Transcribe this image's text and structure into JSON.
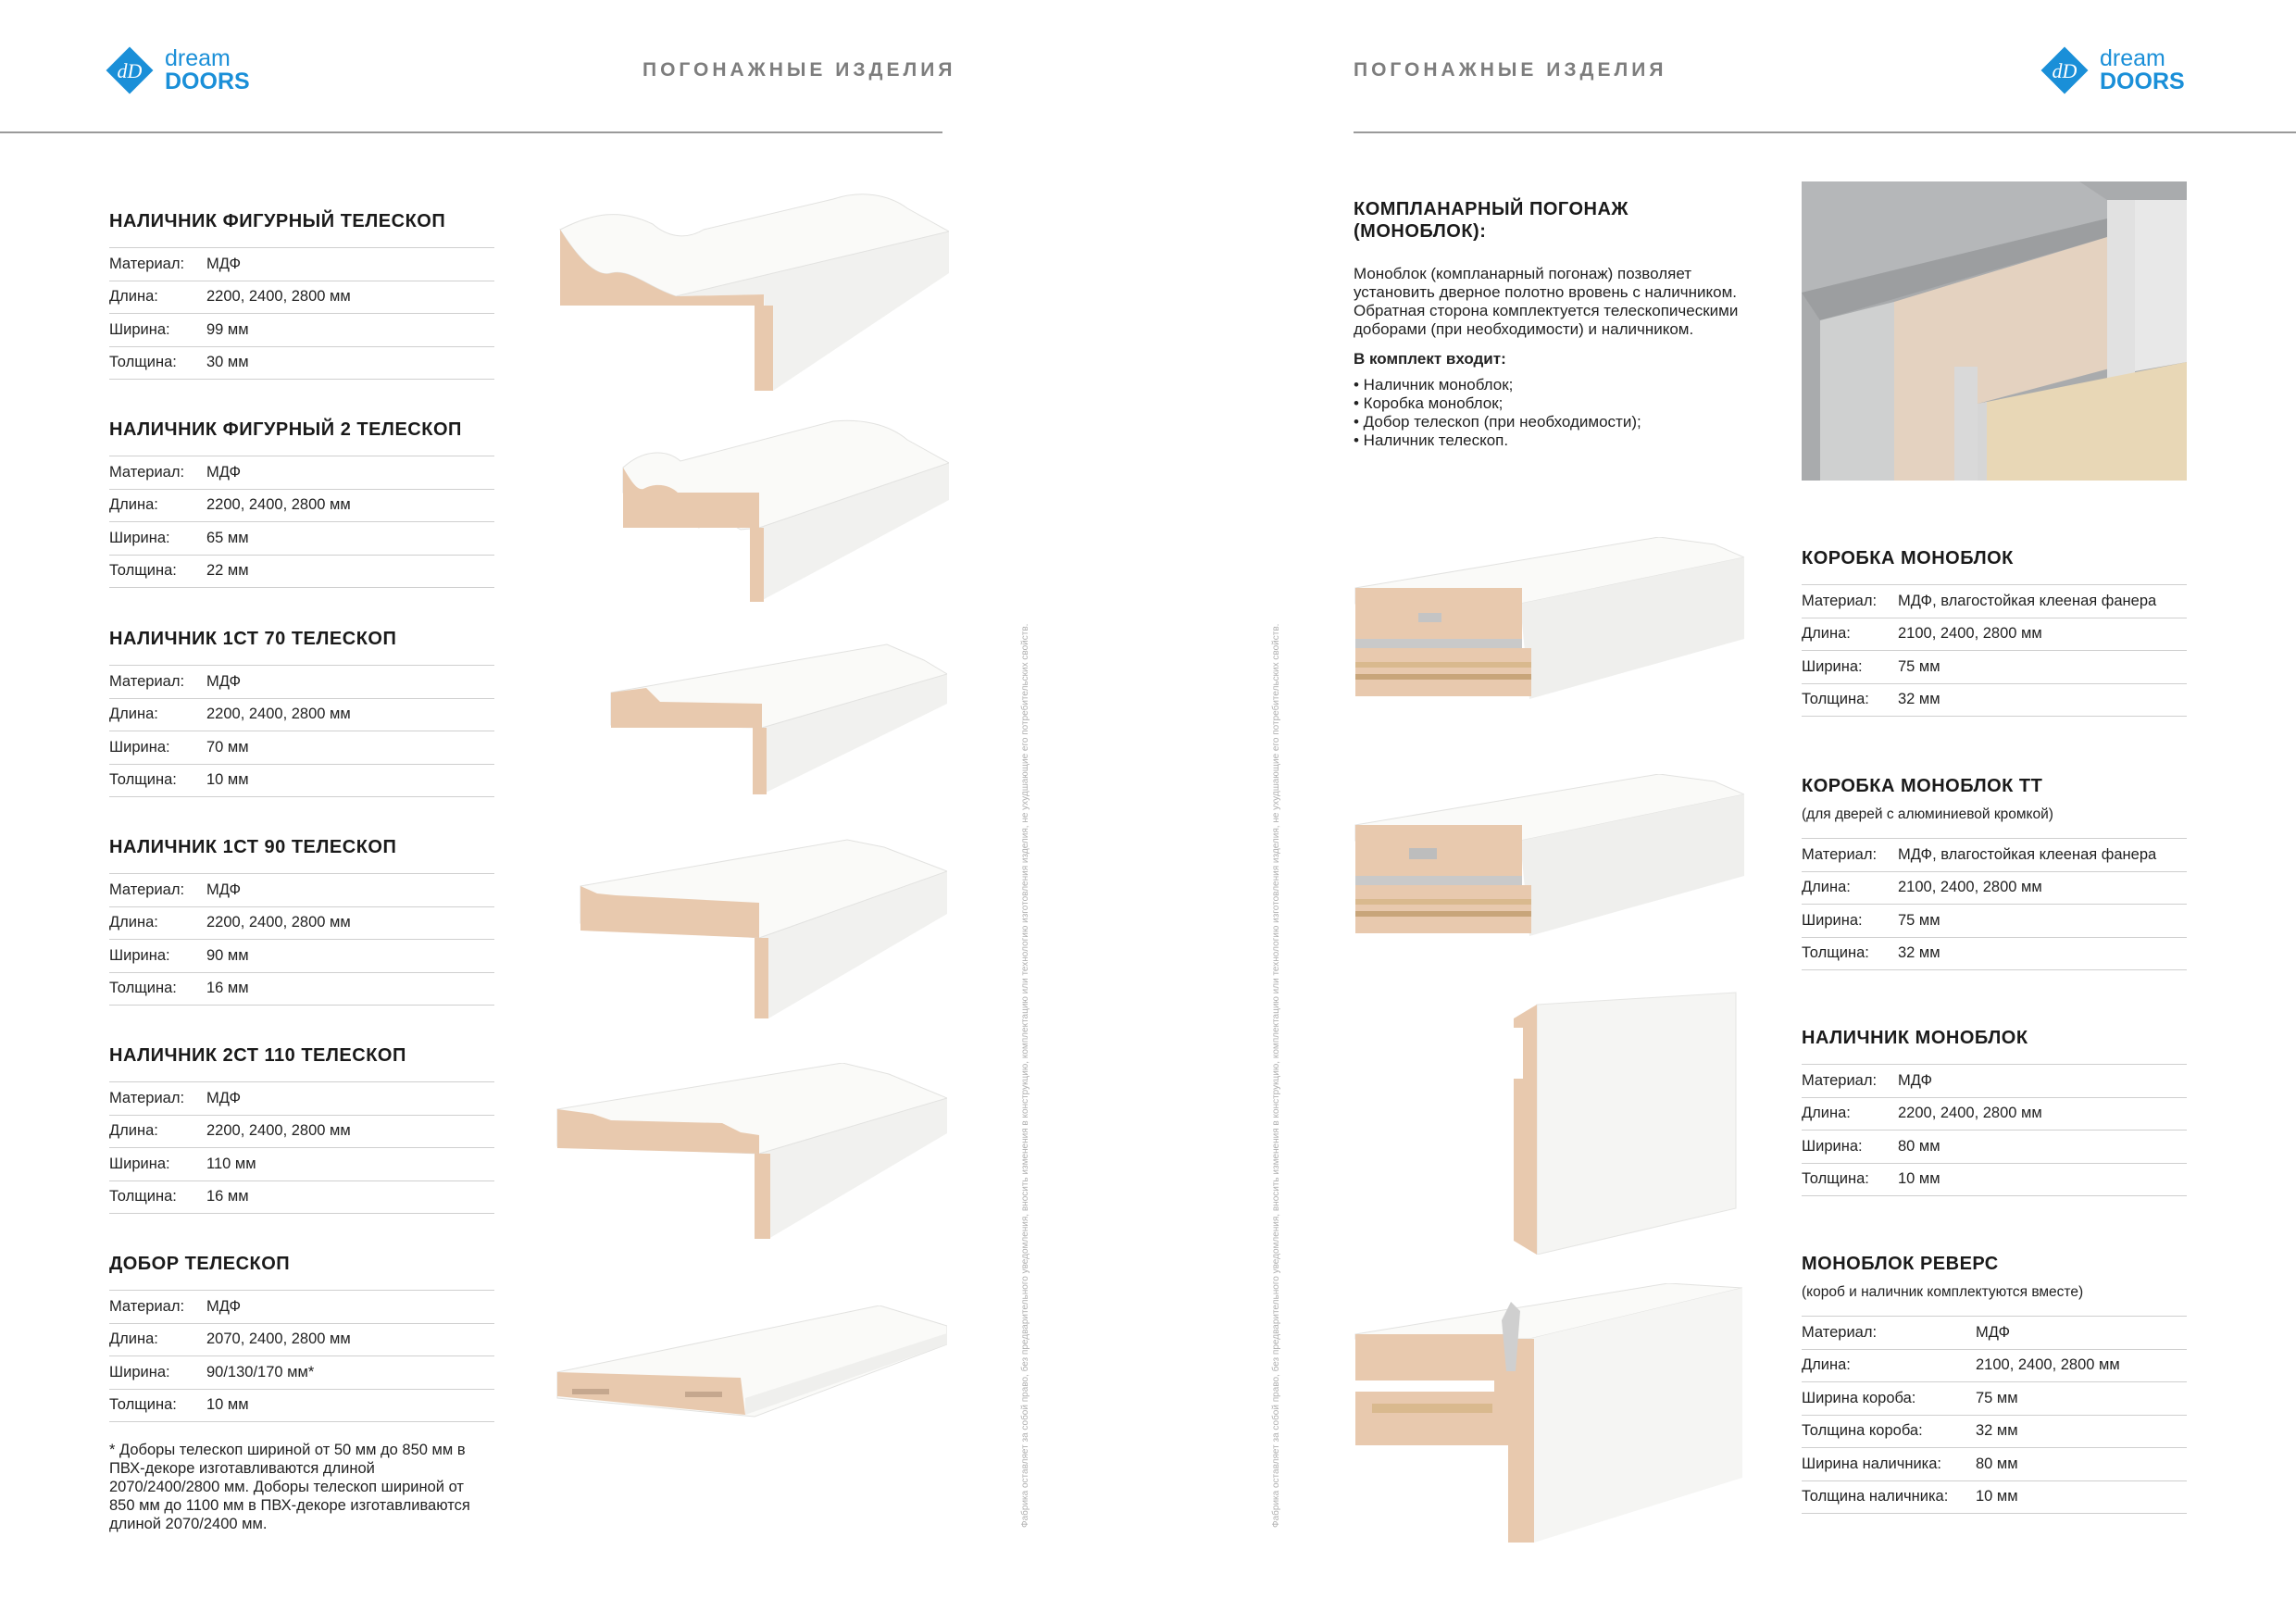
{
  "brand": {
    "line1": "dream",
    "line2": "DOORS"
  },
  "colors": {
    "brand_blue": "#1a8fd8",
    "mdf": "#e8c9ae",
    "paint": "#f6f6f4"
  },
  "section_title": "ПОГОНАЖНЫЕ ИЗДЕЛИЯ",
  "vertical_note": "Фабрика оставляет за собой право, без предварительного уведомления, вносить изменения в конструкцию, комплектацию или технологию изготовления изделия, не ухудшающие его потребительских свойств.",
  "left_products": [
    {
      "title": "НАЛИЧНИК ФИГУРНЫЙ ТЕЛЕСКОП",
      "specs": [
        [
          "Материал:",
          "МДФ"
        ],
        [
          "Длина:",
          "2200, 2400, 2800 мм"
        ],
        [
          "Ширина:",
          "99 мм"
        ],
        [
          "Толщина:",
          "30 мм"
        ]
      ]
    },
    {
      "title": "НАЛИЧНИК ФИГУРНЫЙ 2 ТЕЛЕСКОП",
      "specs": [
        [
          "Материал:",
          "МДФ"
        ],
        [
          "Длина:",
          "2200, 2400, 2800 мм"
        ],
        [
          "Ширина:",
          "65 мм"
        ],
        [
          "Толщина:",
          "22 мм"
        ]
      ]
    },
    {
      "title": "НАЛИЧНИК 1СТ 70 ТЕЛЕСКОП",
      "specs": [
        [
          "Материал:",
          "МДФ"
        ],
        [
          "Длина:",
          "2200, 2400, 2800 мм"
        ],
        [
          "Ширина:",
          "70 мм"
        ],
        [
          "Толщина:",
          "10 мм"
        ]
      ]
    },
    {
      "title": "НАЛИЧНИК 1СТ 90 ТЕЛЕСКОП",
      "specs": [
        [
          "Материал:",
          "МДФ"
        ],
        [
          "Длина:",
          "2200, 2400, 2800 мм"
        ],
        [
          "Ширина:",
          "90 мм"
        ],
        [
          "Толщина:",
          "16 мм"
        ]
      ]
    },
    {
      "title": "НАЛИЧНИК 2СТ 110 ТЕЛЕСКОП",
      "specs": [
        [
          "Материал:",
          "МДФ"
        ],
        [
          "Длина:",
          "2200, 2400, 2800 мм"
        ],
        [
          "Ширина:",
          "110 мм"
        ],
        [
          "Толщина:",
          "16 мм"
        ]
      ]
    },
    {
      "title": "ДОБОР ТЕЛЕСКОП",
      "specs": [
        [
          "Материал:",
          "МДФ"
        ],
        [
          "Длина:",
          "2070, 2400, 2800 мм"
        ],
        [
          "Ширина:",
          "90/130/170 мм*"
        ],
        [
          "Толщина:",
          "10 мм"
        ]
      ]
    }
  ],
  "footnote": "* Доборы телескоп шириной от 50 мм до 850 мм в ПВХ-декоре изготавливаются длиной 2070/2400/2800 мм. Доборы телескоп шириной от 850 мм до 1100 мм в ПВХ-декоре изготавливаются длиной 2070/2400 мм.",
  "monoblock_intro": {
    "title": "КОМПЛАНАРНЫЙ ПОГОНАЖ (МОНОБЛОК):",
    "text": "Моноблок (компланарный погонаж) позволяет установить дверное полотно вровень с наличником. Обратная сторона комплектуется телескопическими доборами (при необходимости) и наличником.",
    "kit_label": "В комплект входит:",
    "kit": [
      "• Наличник моноблок;",
      "• Коробка моноблок;",
      "• Добор телескоп (при необходимости);",
      "• Наличник телескоп."
    ]
  },
  "right_products": [
    {
      "title": "КОРОБКА МОНОБЛОК",
      "subtitle": "",
      "specs": [
        [
          "Материал:",
          "МДФ, влагостойкая клееная фанера"
        ],
        [
          "Длина:",
          "2100, 2400, 2800 мм"
        ],
        [
          "Ширина:",
          "75 мм"
        ],
        [
          "Толщина:",
          "32 мм"
        ]
      ]
    },
    {
      "title": "КОРОБКА МОНОБЛОК ТТ",
      "subtitle": "(для дверей с алюминиевой кромкой)",
      "specs": [
        [
          "Материал:",
          "МДФ, влагостойкая клееная фанера"
        ],
        [
          "Длина:",
          "2100, 2400, 2800 мм"
        ],
        [
          "Ширина:",
          "75 мм"
        ],
        [
          "Толщина:",
          "32 мм"
        ]
      ]
    },
    {
      "title": "НАЛИЧНИК МОНОБЛОК",
      "subtitle": "",
      "specs": [
        [
          "Материал:",
          "МДФ"
        ],
        [
          "Длина:",
          "2200, 2400, 2800 мм"
        ],
        [
          "Ширина:",
          "80 мм"
        ],
        [
          "Толщина:",
          "10 мм"
        ]
      ]
    },
    {
      "title": "МОНОБЛОК РЕВЕРС",
      "subtitle": "(короб и наличник комплектуются вместе)",
      "specs": [
        [
          "Материал:",
          "МДФ"
        ],
        [
          "Длина:",
          "2100, 2400, 2800 мм"
        ],
        [
          "Ширина короба:",
          "75 мм"
        ],
        [
          "Толщина короба:",
          "32 мм"
        ],
        [
          "Ширина наличника:",
          "80 мм"
        ],
        [
          "Толщина наличника:",
          "10 мм"
        ]
      ]
    }
  ]
}
